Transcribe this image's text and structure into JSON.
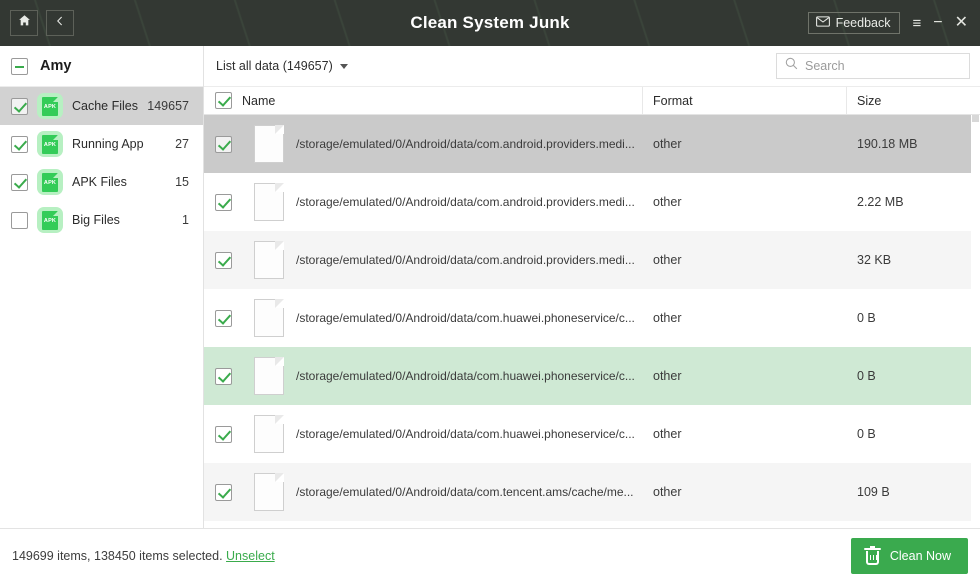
{
  "titlebar": {
    "title": "Clean System Junk",
    "home_icon": "home-icon",
    "back_icon": "back-chevron-icon",
    "feedback_label": "Feedback",
    "menu_icon": "≡",
    "minimize_icon": "−",
    "close_icon": "✕",
    "bg_color": "#333833"
  },
  "sidebar": {
    "account_name": "Amy",
    "items": [
      {
        "label": "Cache Files",
        "count": "149657",
        "checked": true,
        "active": true
      },
      {
        "label": "Running App",
        "count": "27",
        "checked": true,
        "active": false
      },
      {
        "label": "APK Files",
        "count": "15",
        "checked": true,
        "active": false
      },
      {
        "label": "Big Files",
        "count": "1",
        "checked": false,
        "active": false
      }
    ],
    "icon_label": "APK"
  },
  "toolbar": {
    "filter_label": "List all data (149657)",
    "search_placeholder": "Search",
    "search_value": ""
  },
  "columns": {
    "name": "Name",
    "format": "Format",
    "size": "Size"
  },
  "rows": [
    {
      "name": "/storage/emulated/0/Android/data/com.android.providers.medi...",
      "format": "other",
      "size": "190.18 MB",
      "checked": true,
      "state": "selected"
    },
    {
      "name": "/storage/emulated/0/Android/data/com.android.providers.medi...",
      "format": "other",
      "size": "2.22 MB",
      "checked": true,
      "state": "plain"
    },
    {
      "name": "/storage/emulated/0/Android/data/com.android.providers.medi...",
      "format": "other",
      "size": "32 KB",
      "checked": true,
      "state": "stripe"
    },
    {
      "name": "/storage/emulated/0/Android/data/com.huawei.phoneservice/c...",
      "format": "other",
      "size": "0 B",
      "checked": true,
      "state": "plain"
    },
    {
      "name": "/storage/emulated/0/Android/data/com.huawei.phoneservice/c...",
      "format": "other",
      "size": "0 B",
      "checked": true,
      "state": "hover"
    },
    {
      "name": "/storage/emulated/0/Android/data/com.huawei.phoneservice/c...",
      "format": "other",
      "size": "0 B",
      "checked": true,
      "state": "plain"
    },
    {
      "name": "/storage/emulated/0/Android/data/com.tencent.ams/cache/me...",
      "format": "other",
      "size": "109 B",
      "checked": true,
      "state": "stripe"
    }
  ],
  "footer": {
    "status_text": "149699 items, 138450 items selected.",
    "unselect_label": "Unselect",
    "clean_label": "Clean Now",
    "accent_color": "#3aaa4e"
  }
}
